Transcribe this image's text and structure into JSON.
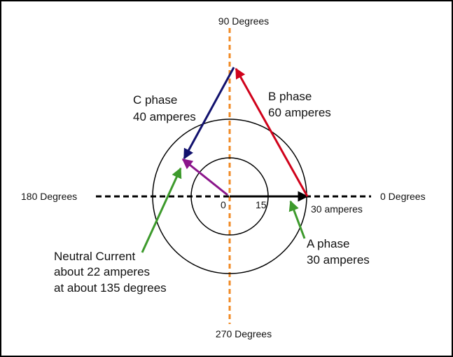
{
  "axis_labels": {
    "top": "90 Degrees",
    "bottom": "270 Degrees",
    "left": "180 Degrees",
    "right": "0 Degrees"
  },
  "ring_labels": {
    "origin": "0",
    "inner": "15",
    "outer": "30 amperes"
  },
  "phases": {
    "a": {
      "line1": "A phase",
      "line2": "30 amperes"
    },
    "b": {
      "line1": "B phase",
      "line2": "60 amperes"
    },
    "c": {
      "line1": "C phase",
      "line2": "40 amperes"
    }
  },
  "neutral": {
    "line1": "Neutral Current",
    "line2": "about 22 amperes",
    "line3": "at about 135 degrees"
  },
  "colors": {
    "frame": "#000000",
    "vertical_axis": "#f08a24",
    "horizontal_axis": "#000000",
    "phase_a": "#000000",
    "phase_b": "#d0021b",
    "phase_c": "#12126e",
    "neutral": "#8b168b",
    "pointer": "#3d9a2c"
  }
}
